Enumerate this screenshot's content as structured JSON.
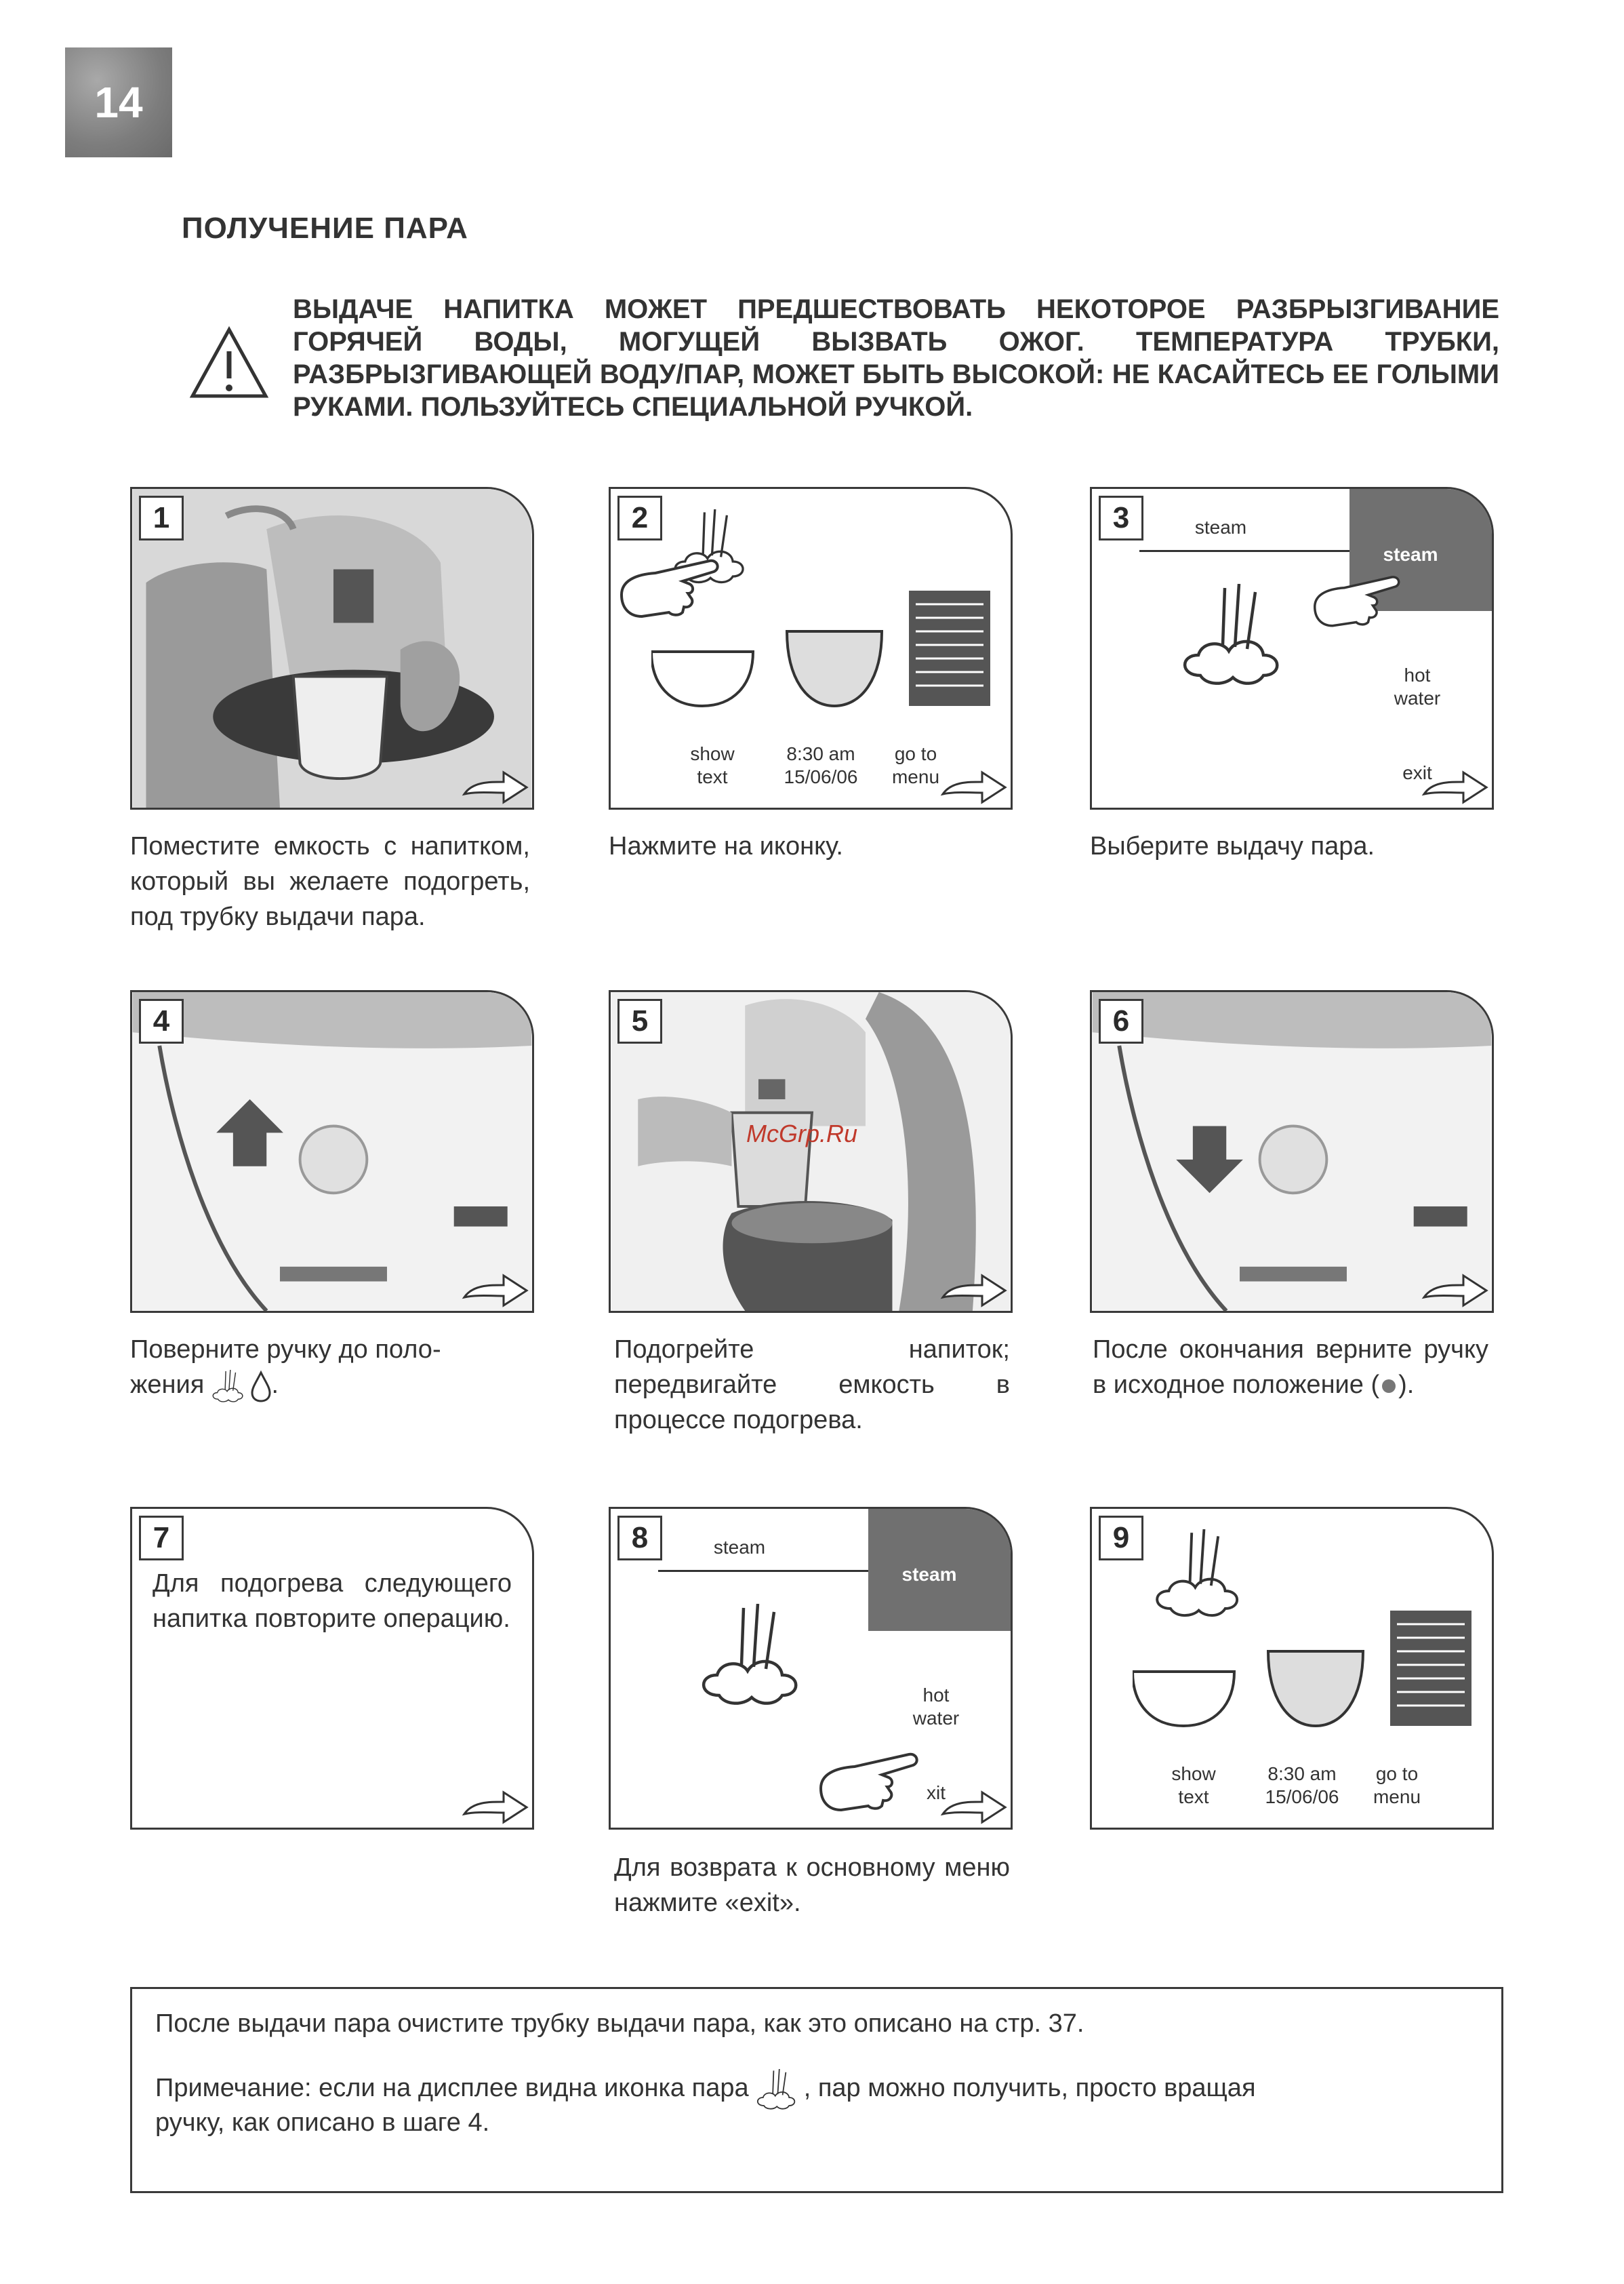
{
  "page_number": "14",
  "title": "ПОЛУЧЕНИЕ ПАРА",
  "warning": "ВЫДАЧЕ НАПИТКА МОЖЕТ ПРЕДШЕСТВОВАТЬ НЕКОТОРОЕ РАЗБРЫЗГИВАНИЕ ГОРЯЧЕЙ ВОДЫ, МОГУЩЕЙ ВЫЗВАТЬ ОЖОГ. ТЕМПЕРАТУРА ТРУБКИ, РАЗБРЫЗГИВАЮЩЕЙ ВОДУ/ПАР, МОЖЕТ БЫТЬ ВЫСОКОЙ: НЕ КАСАЙТЕСЬ ЕЕ ГОЛЫМИ РУКАМИ. ПОЛЬЗУЙТЕСЬ СПЕЦИАЛЬНОЙ РУЧКОЙ.",
  "steps": [
    {
      "num": "1",
      "caption": "Поместите емкость с напитком, который вы желаете подогреть, под трубку выдачи пара."
    },
    {
      "num": "2",
      "caption": "Нажмите на иконку."
    },
    {
      "num": "3",
      "caption": "Выберите выдачу пара."
    },
    {
      "num": "4",
      "caption_a": "Поверните ручку до поло-",
      "caption_b": "жения",
      "caption_c": "."
    },
    {
      "num": "5",
      "caption": "Подогрейте напиток; передвигайте емкость в процессе подогрева."
    },
    {
      "num": "6",
      "caption_a": "После окончания верните ручку в исходное положение (",
      "caption_b": ")."
    },
    {
      "num": "7",
      "caption": "Для подогрева следующего напитка повторите операцию."
    },
    {
      "num": "8",
      "caption": "Для возврата к основному меню нажмите «exit»."
    },
    {
      "num": "9",
      "caption": ""
    }
  ],
  "screen": {
    "show_text_1": "show",
    "show_text_2": "text",
    "time": "8:30 am",
    "date": "15/06/06",
    "go_to_1": "go to",
    "go_to_2": "menu",
    "steam_label": "steam",
    "steam_button": "steam",
    "hot_water_1": "hot",
    "hot_water_2": "water",
    "exit": "exit",
    "exit_partial": "xit"
  },
  "watermark": "McGrp.Ru",
  "note": {
    "line1": "После выдачи пара очистите трубку выдачи пара, как это описано на стр. 37.",
    "line2a": "Примечание: если на дисплее видна иконка пара",
    "line2b": ", пар можно получить, просто вращая",
    "line3": "ручку, как описано в шаге 4."
  }
}
